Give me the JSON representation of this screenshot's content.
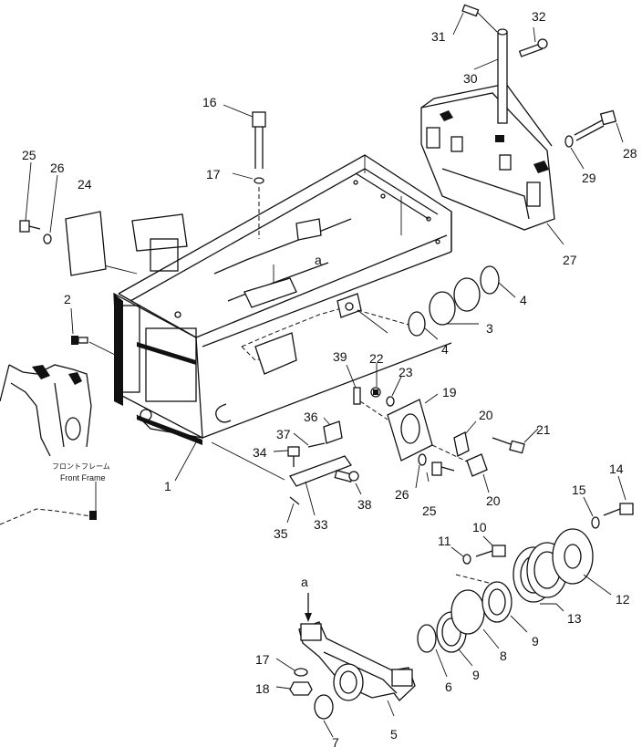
{
  "diagram": {
    "callouts": [
      {
        "id": "c1",
        "text": "1"
      },
      {
        "id": "c2",
        "text": "2"
      },
      {
        "id": "c3",
        "text": "3"
      },
      {
        "id": "c4a",
        "text": "4"
      },
      {
        "id": "c4b",
        "text": "4"
      },
      {
        "id": "c5",
        "text": "5"
      },
      {
        "id": "c6",
        "text": "6"
      },
      {
        "id": "c7",
        "text": "7"
      },
      {
        "id": "c8",
        "text": "8"
      },
      {
        "id": "c9a",
        "text": "9"
      },
      {
        "id": "c9b",
        "text": "9"
      },
      {
        "id": "c10",
        "text": "10"
      },
      {
        "id": "c11",
        "text": "11"
      },
      {
        "id": "c12",
        "text": "12"
      },
      {
        "id": "c13",
        "text": "13"
      },
      {
        "id": "c14",
        "text": "14"
      },
      {
        "id": "c15",
        "text": "15"
      },
      {
        "id": "c16",
        "text": "16"
      },
      {
        "id": "c17a",
        "text": "17"
      },
      {
        "id": "c17b",
        "text": "17"
      },
      {
        "id": "c18",
        "text": "18"
      },
      {
        "id": "c19",
        "text": "19"
      },
      {
        "id": "c20a",
        "text": "20"
      },
      {
        "id": "c20b",
        "text": "20"
      },
      {
        "id": "c21",
        "text": "21"
      },
      {
        "id": "c22",
        "text": "22"
      },
      {
        "id": "c23",
        "text": "23"
      },
      {
        "id": "c24",
        "text": "24"
      },
      {
        "id": "c25a",
        "text": "25"
      },
      {
        "id": "c25b",
        "text": "25"
      },
      {
        "id": "c26a",
        "text": "26"
      },
      {
        "id": "c26b",
        "text": "26"
      },
      {
        "id": "c27",
        "text": "27"
      },
      {
        "id": "c28",
        "text": "28"
      },
      {
        "id": "c29",
        "text": "29"
      },
      {
        "id": "c30",
        "text": "30"
      },
      {
        "id": "c31",
        "text": "31"
      },
      {
        "id": "c32",
        "text": "32"
      },
      {
        "id": "c33",
        "text": "33"
      },
      {
        "id": "c34",
        "text": "34"
      },
      {
        "id": "c35",
        "text": "35"
      },
      {
        "id": "c36",
        "text": "36"
      },
      {
        "id": "c37",
        "text": "37"
      },
      {
        "id": "c38",
        "text": "38"
      },
      {
        "id": "c39",
        "text": "39"
      },
      {
        "id": "ca1",
        "text": "a"
      },
      {
        "id": "ca2",
        "text": "a"
      }
    ],
    "front_frame_caption_jp": "フロントフレーム",
    "front_frame_caption_en": "Front Frame"
  }
}
